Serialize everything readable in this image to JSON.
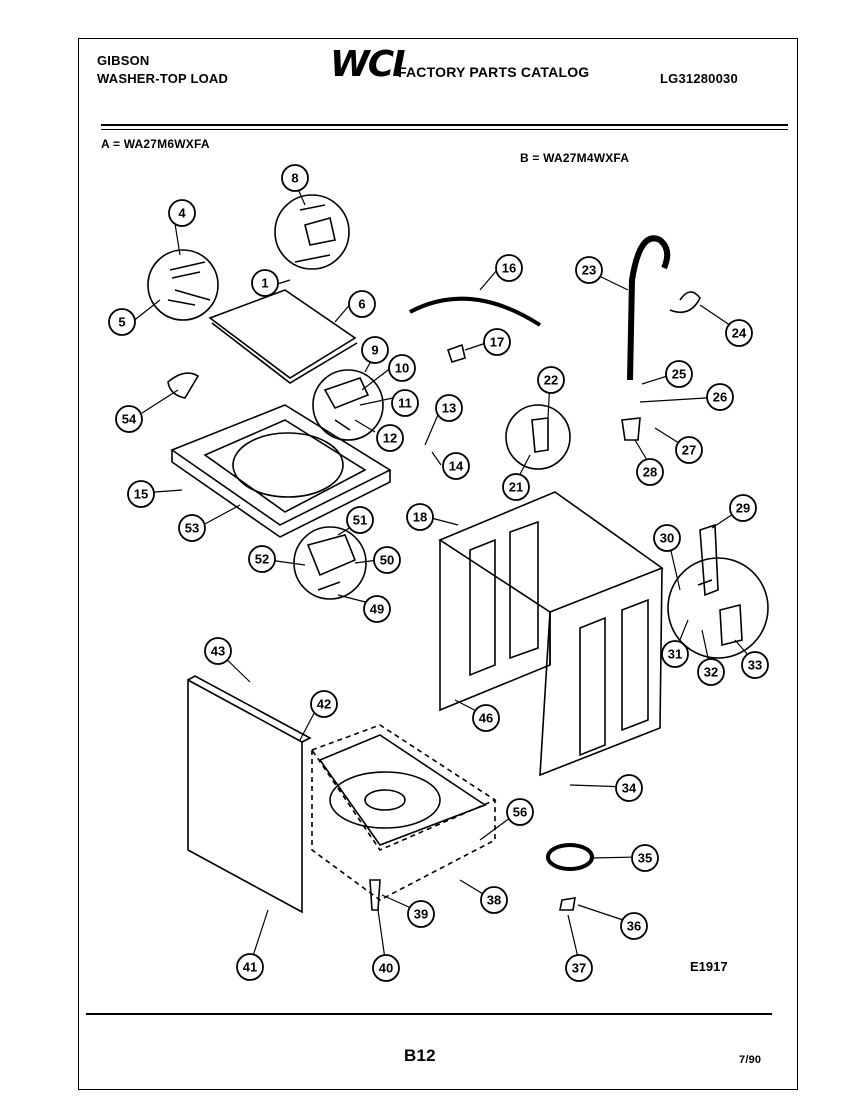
{
  "header": {
    "brand": "GIBSON",
    "product": "WASHER-TOP LOAD",
    "logo": "WCI",
    "catalog_title": "FACTORY PARTS CATALOG",
    "catalog_number": "LG31280030"
  },
  "models": {
    "a": "A = WA27M6WXFA",
    "b": "B = WA27M4WXFA"
  },
  "diagram": {
    "callouts": [
      {
        "id": "c1",
        "label": "1"
      },
      {
        "id": "c4",
        "label": "4"
      },
      {
        "id": "c5",
        "label": "5"
      },
      {
        "id": "c6",
        "label": "6"
      },
      {
        "id": "c8",
        "label": "8"
      },
      {
        "id": "c9",
        "label": "9"
      },
      {
        "id": "c10",
        "label": "10"
      },
      {
        "id": "c11",
        "label": "11"
      },
      {
        "id": "c12",
        "label": "12"
      },
      {
        "id": "c13",
        "label": "13"
      },
      {
        "id": "c14",
        "label": "14"
      },
      {
        "id": "c15",
        "label": "15"
      },
      {
        "id": "c16",
        "label": "16"
      },
      {
        "id": "c17",
        "label": "17"
      },
      {
        "id": "c18",
        "label": "18"
      },
      {
        "id": "c21",
        "label": "21"
      },
      {
        "id": "c22",
        "label": "22"
      },
      {
        "id": "c23",
        "label": "23"
      },
      {
        "id": "c24",
        "label": "24"
      },
      {
        "id": "c25",
        "label": "25"
      },
      {
        "id": "c26",
        "label": "26"
      },
      {
        "id": "c27",
        "label": "27"
      },
      {
        "id": "c28",
        "label": "28"
      },
      {
        "id": "c29",
        "label": "29"
      },
      {
        "id": "c30",
        "label": "30"
      },
      {
        "id": "c31",
        "label": "31"
      },
      {
        "id": "c32",
        "label": "32"
      },
      {
        "id": "c33",
        "label": "33"
      },
      {
        "id": "c34",
        "label": "34"
      },
      {
        "id": "c35",
        "label": "35"
      },
      {
        "id": "c36",
        "label": "36"
      },
      {
        "id": "c37",
        "label": "37"
      },
      {
        "id": "c38",
        "label": "38"
      },
      {
        "id": "c39",
        "label": "39"
      },
      {
        "id": "c40",
        "label": "40"
      },
      {
        "id": "c41",
        "label": "41"
      },
      {
        "id": "c42",
        "label": "42"
      },
      {
        "id": "c43",
        "label": "43"
      },
      {
        "id": "c46",
        "label": "46"
      },
      {
        "id": "c49",
        "label": "49"
      },
      {
        "id": "c50",
        "label": "50"
      },
      {
        "id": "c51",
        "label": "51"
      },
      {
        "id": "c52",
        "label": "52"
      },
      {
        "id": "c53",
        "label": "53"
      },
      {
        "id": "c54",
        "label": "54"
      },
      {
        "id": "c56",
        "label": "56"
      }
    ]
  },
  "footer": {
    "drawing_code": "E1917",
    "page": "B12",
    "date": "7/90"
  }
}
